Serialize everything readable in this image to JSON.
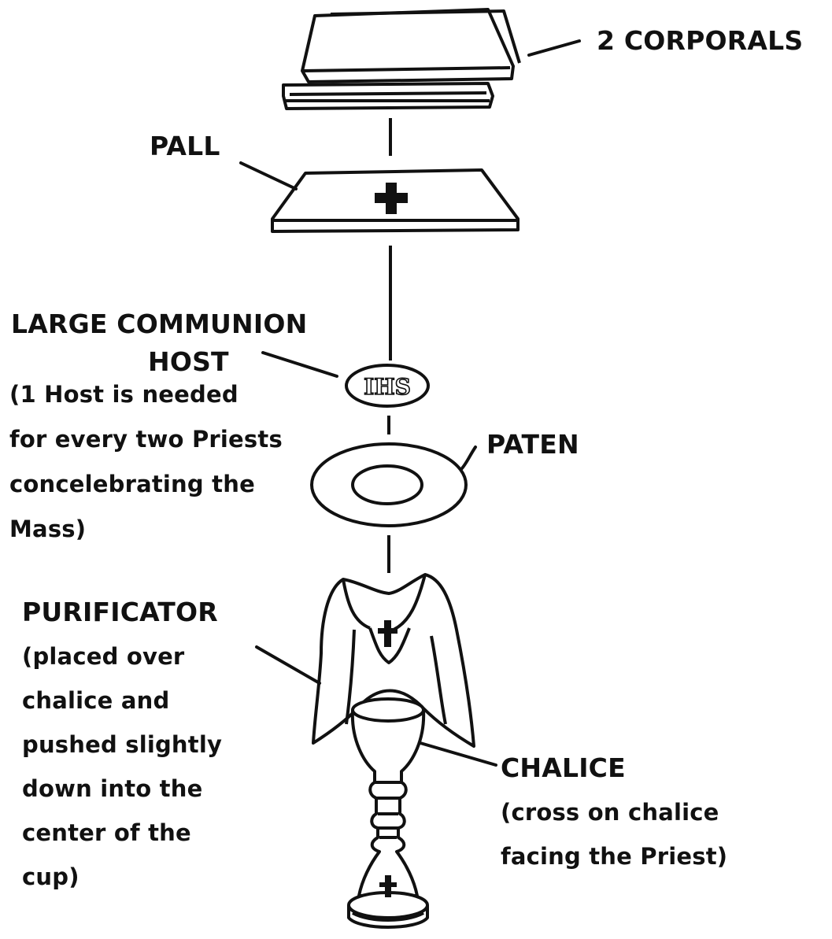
{
  "diagram": {
    "labels": {
      "corporals": "2 CORPORALS",
      "pall": "PALL",
      "host_title_line1": "LARGE COMMUNION",
      "host_title_line2": "HOST",
      "host_note": "(1 Host is needed\nfor every two Priests\nconcelebrating the\nMass)",
      "paten": "PATEN",
      "purificator": "PURIFICATOR",
      "purificator_note": "(placed over\nchalice and\npushed slightly\ndown into the\ncenter of the\ncup)",
      "chalice": "CHALICE",
      "chalice_note": "(cross on chalice\nfacing the Priest)"
    },
    "host_monogram": "IHS",
    "ink_color": "#111111",
    "paper_color": "#ffffff"
  }
}
